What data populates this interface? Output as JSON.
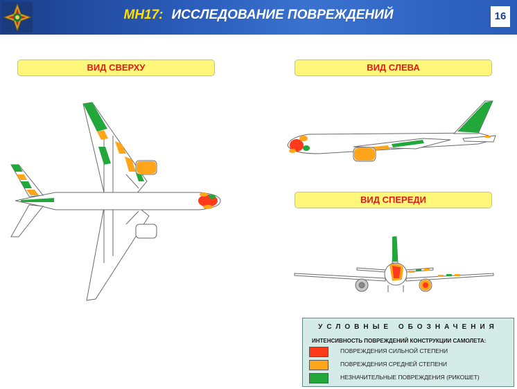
{
  "header": {
    "flight_code": "МН17:",
    "title": "ИССЛЕДОВАНИЕ ПОВРЕЖДЕНИЙ",
    "page_number": "16"
  },
  "views": {
    "top": "ВИД СВЕРХУ",
    "left": "ВИД СЛЕВА",
    "front": "ВИД СПЕРЕДИ"
  },
  "legend": {
    "title": "УСЛОВНЫЕ ОБОЗНАЧЕНИЯ",
    "subtitle": "ИНТЕНСИВНОСТЬ ПОВРЕЖДЕНИЙ КОНСТРУКЦИИ САМОЛЕТА:",
    "items": [
      {
        "label": "ПОВРЕЖДЕНИЯ СИЛЬНОЙ СТЕПЕНИ",
        "color": "#ff3a1a"
      },
      {
        "label": "ПОВРЕЖДЕНИЯ СРЕДНЕЙ СТЕПЕНИ",
        "color": "#ffa51a"
      },
      {
        "label": "НЕЗНАЧИТЕЛЬНЫЕ ПОВРЕЖДЕНИЯ (РИКОШЕТ)",
        "color": "#22a83a"
      }
    ]
  },
  "colors": {
    "severe": "#ff3a1a",
    "medium": "#ffa51a",
    "minor": "#22a83a"
  }
}
